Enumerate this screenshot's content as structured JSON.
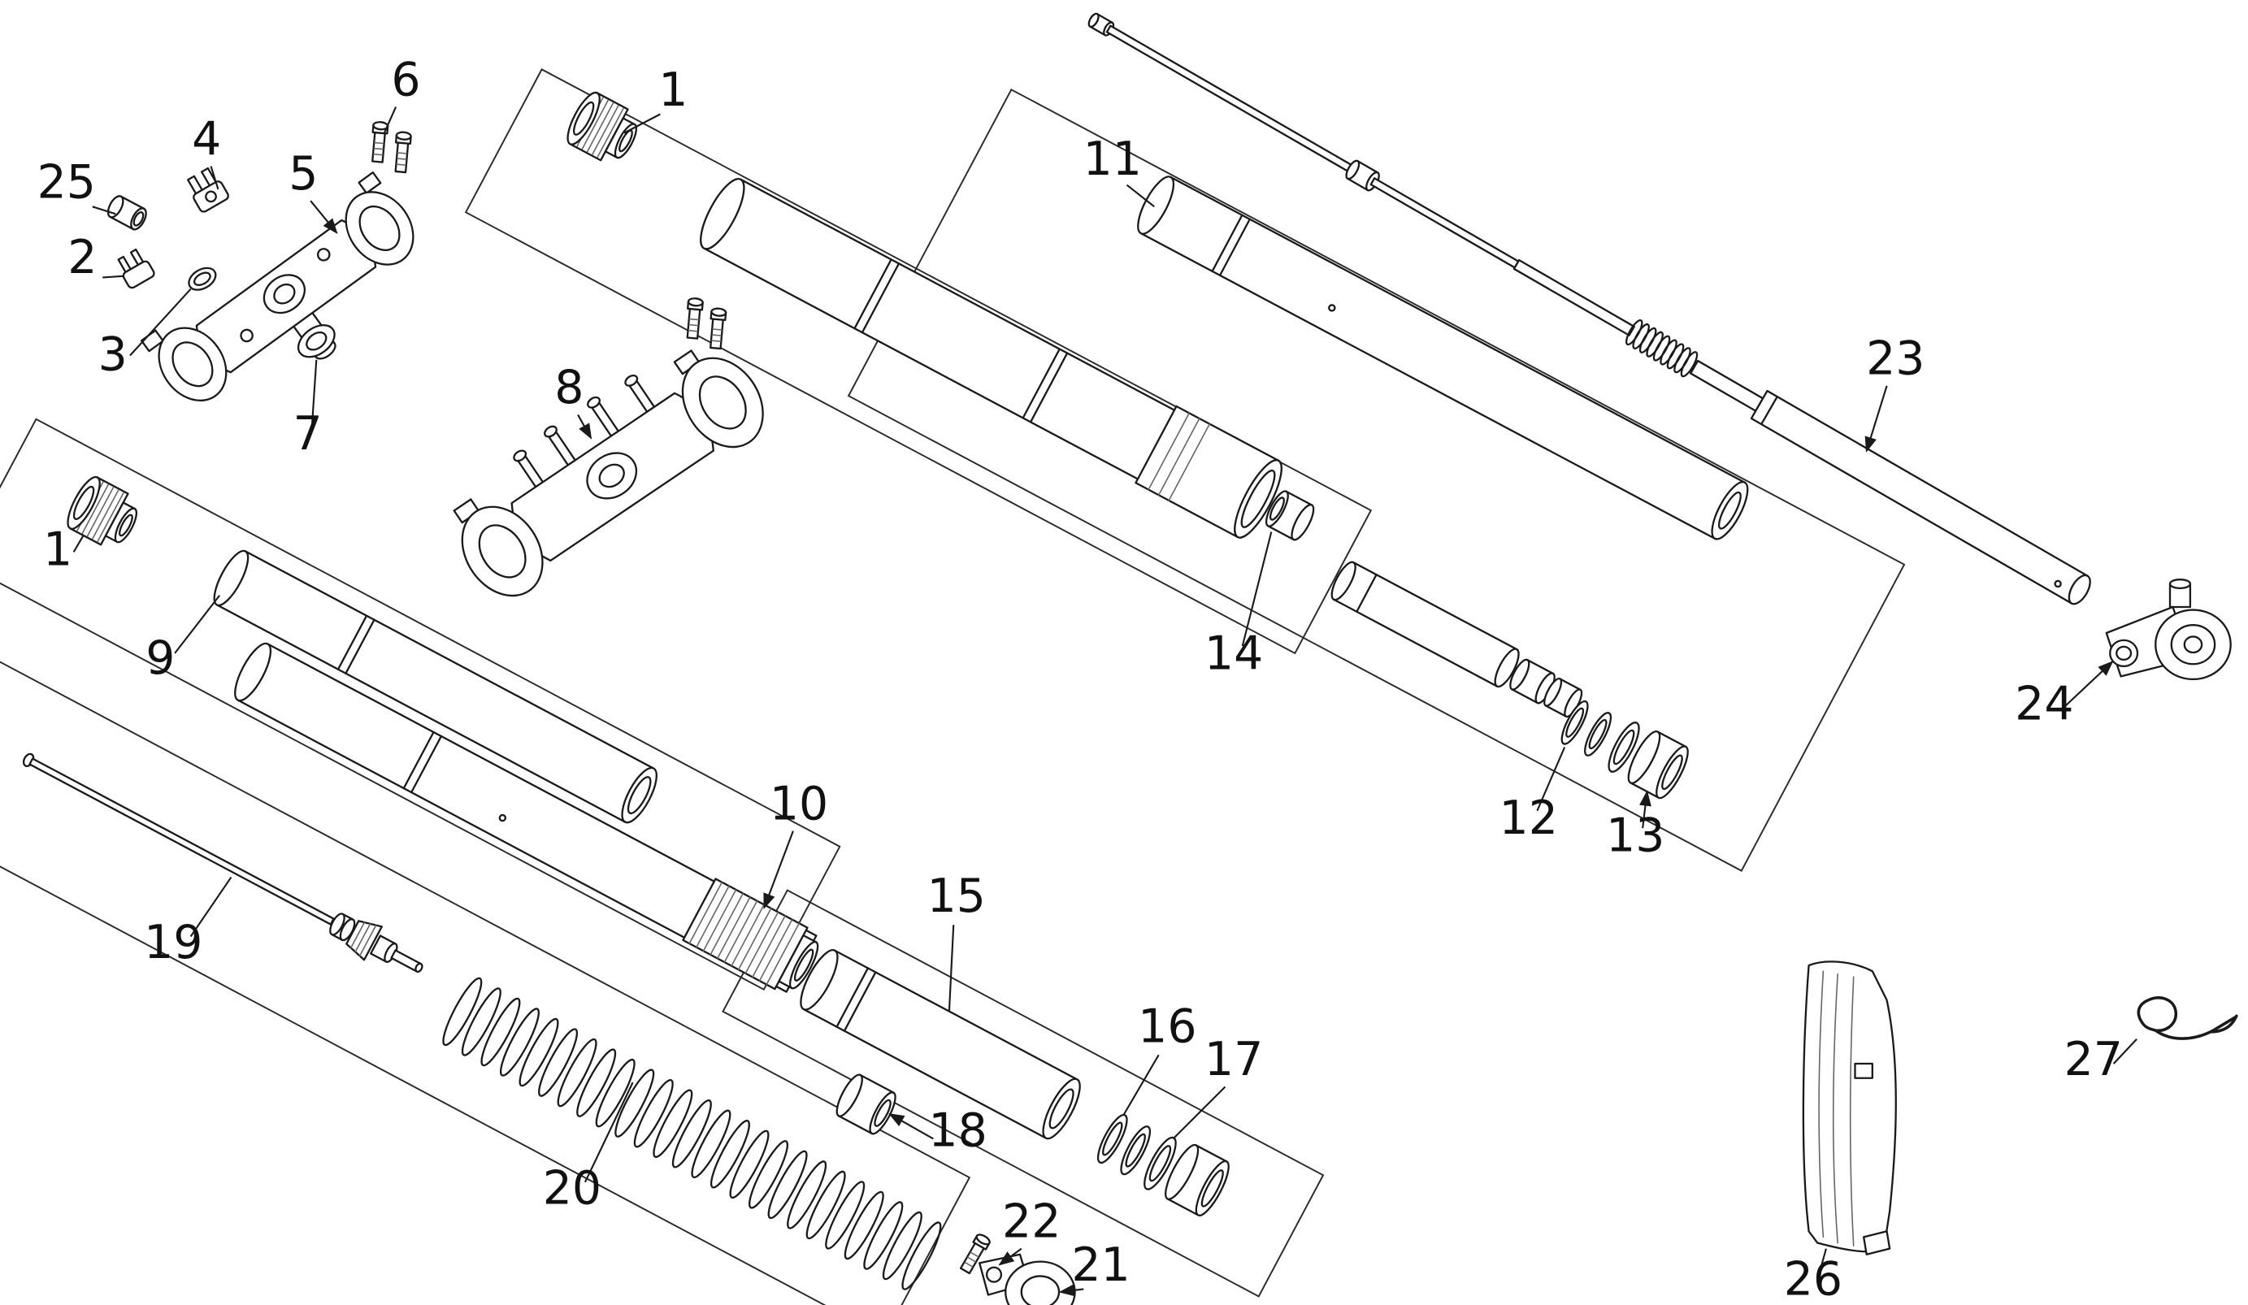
{
  "colors": {
    "background": "#ffffff",
    "line": "#1a1a1a",
    "detail": "#666666",
    "label": "#111111"
  },
  "diagram": {
    "type": "exploded-parts-diagram",
    "labels": {
      "l1a": "1",
      "l1b": "1",
      "l2": "2",
      "l3": "3",
      "l4": "4",
      "l5": "5",
      "l6": "6",
      "l7": "7",
      "l8": "8",
      "l9": "9",
      "l10": "10",
      "l11": "11",
      "l12": "12",
      "l13": "13",
      "l14": "14",
      "l15": "15",
      "l16": "16",
      "l17": "17",
      "l18": "18",
      "l19": "19",
      "l20": "20",
      "l21": "21",
      "l22": "22",
      "l23": "23",
      "l24": "24",
      "l25": "25",
      "l26": "26",
      "l27": "27"
    }
  }
}
